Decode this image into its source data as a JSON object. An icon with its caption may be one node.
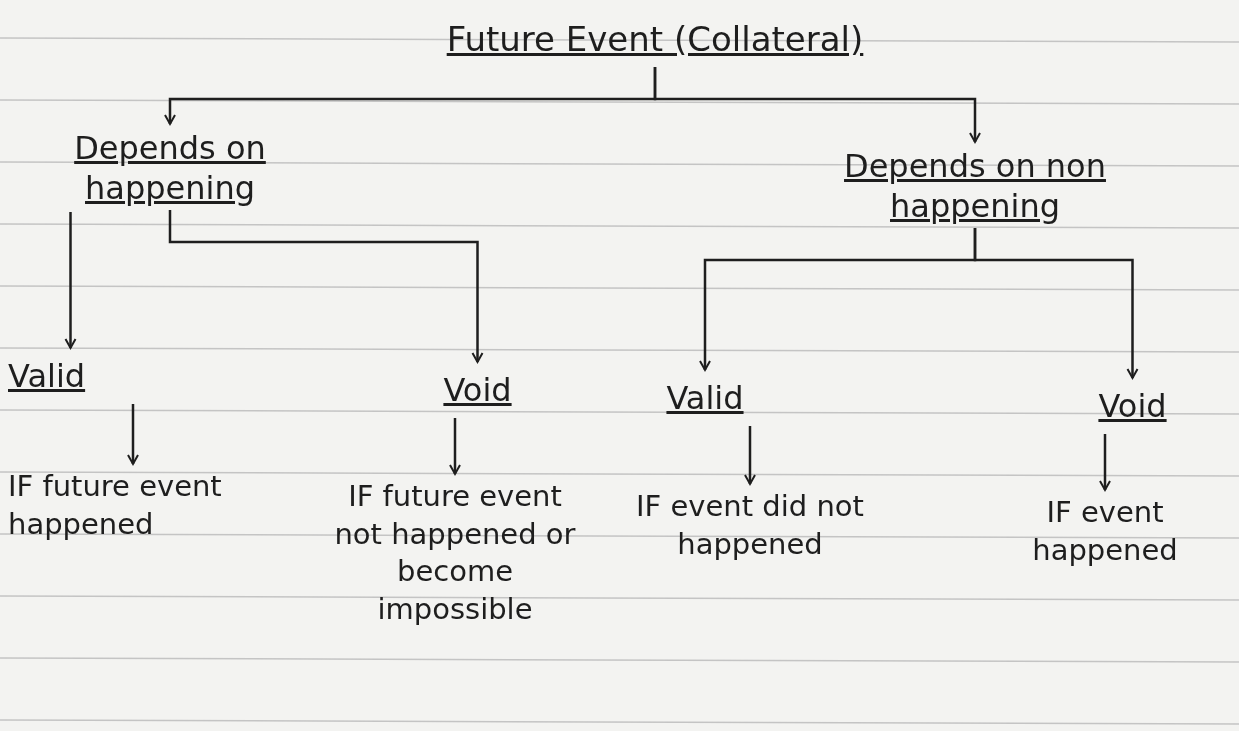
{
  "diagram": {
    "nodes": [
      {
        "text": [
          "Future Event (Collateral)"
        ]
      },
      {
        "text": [
          "Depends on happening"
        ]
      },
      {
        "text": [
          "Depends on non happening"
        ]
      },
      {
        "text": [
          "Valid"
        ]
      },
      {
        "text": [
          "Void"
        ]
      },
      {
        "text": [
          "Valid"
        ]
      },
      {
        "text": [
          "Void"
        ]
      },
      {
        "text": [
          "IF future event happened"
        ]
      },
      {
        "text": [
          "IF future event not happened or become impossible"
        ]
      },
      {
        "text": [
          "IF event did not happened"
        ]
      },
      {
        "text": [
          "IF event happened"
        ]
      }
    ],
    "edges": [
      {
        "from": 0,
        "to": 1,
        "arrow": "to"
      },
      {
        "from": 0,
        "to": 2,
        "arrow": "to"
      },
      {
        "from": 1,
        "to": 3,
        "arrow": "to"
      },
      {
        "from": 1,
        "to": 4,
        "arrow": "to"
      },
      {
        "from": 2,
        "to": 5,
        "arrow": "to"
      },
      {
        "from": 2,
        "to": 6,
        "arrow": "to"
      },
      {
        "from": 3,
        "to": 7,
        "arrow": "to"
      },
      {
        "from": 4,
        "to": 8,
        "arrow": "to"
      },
      {
        "from": 5,
        "to": 9,
        "arrow": "to"
      },
      {
        "from": 6,
        "to": 10,
        "arrow": "to"
      }
    ]
  }
}
